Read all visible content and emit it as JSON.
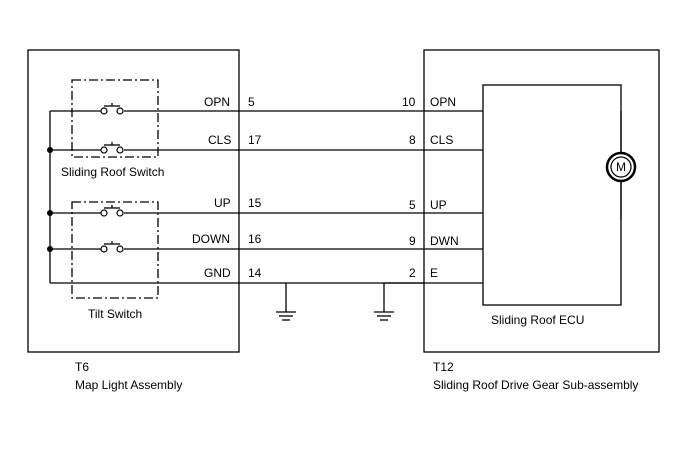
{
  "left_box": {
    "connector": "T6",
    "name": "Map Light Assembly",
    "sliding_switch_label": "Sliding Roof Switch",
    "tilt_switch_label": "Tilt Switch",
    "pins": [
      {
        "signal": "OPN",
        "pin": "5"
      },
      {
        "signal": "CLS",
        "pin": "17"
      },
      {
        "signal": "UP",
        "pin": "15"
      },
      {
        "signal": "DOWN",
        "pin": "16"
      },
      {
        "signal": "GND",
        "pin": "14"
      }
    ]
  },
  "right_box": {
    "connector": "T12",
    "name": "Sliding Roof Drive Gear Sub-assembly",
    "ecu_label": "Sliding Roof ECU",
    "motor_label": "M",
    "pins": [
      {
        "pin": "10",
        "signal": "OPN"
      },
      {
        "pin": "8",
        "signal": "CLS"
      },
      {
        "pin": "5",
        "signal": "UP"
      },
      {
        "pin": "9",
        "signal": "DWN"
      },
      {
        "pin": "2",
        "signal": "E"
      }
    ]
  }
}
